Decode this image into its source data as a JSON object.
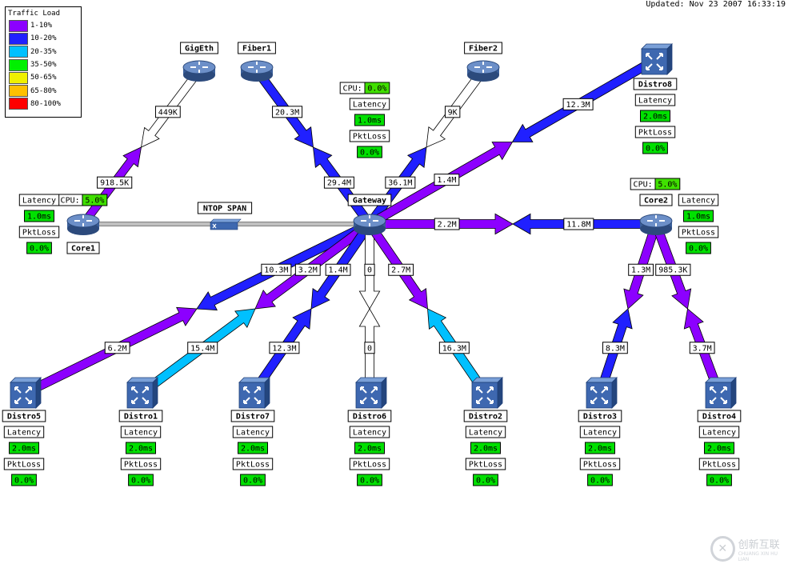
{
  "updated": "Updated: Nov 23 2007 16:33:19",
  "legend": {
    "title": "Traffic Load",
    "items": [
      {
        "label": "1-10%",
        "color": "#8c00ff"
      },
      {
        "label": "10-20%",
        "color": "#2020ff"
      },
      {
        "label": "20-35%",
        "color": "#00c0ff"
      },
      {
        "label": "35-50%",
        "color": "#00f000"
      },
      {
        "label": "50-65%",
        "color": "#f0f000"
      },
      {
        "label": "65-80%",
        "color": "#ffc000"
      },
      {
        "label": "80-100%",
        "color": "#ff0000"
      }
    ]
  },
  "colors": {
    "grey": "#c0c0c0",
    "white": "#ffffff",
    "ok_green": "#00e000",
    "cpu_yellow_green": "#40e000"
  },
  "nodes": {
    "gigeth": {
      "label": "GigEth",
      "icon": "router-icon"
    },
    "fiber1": {
      "label": "Fiber1",
      "icon": "router-icon"
    },
    "fiber2": {
      "label": "Fiber2",
      "icon": "router-icon"
    },
    "gateway": {
      "label": "Gateway",
      "icon": "router-icon",
      "cpu_label": "CPU:",
      "cpu": "0.0%",
      "latency_label": "Latency",
      "latency": "1.0ms",
      "pktloss_label": "PktLoss",
      "pktloss": "0.0%"
    },
    "core1": {
      "label": "Core1",
      "icon": "router-icon",
      "cpu_label": "CPU:",
      "cpu": "5.0%",
      "latency_label": "Latency",
      "latency": "1.0ms",
      "pktloss_label": "PktLoss",
      "pktloss": "0.0%"
    },
    "core2": {
      "label": "Core2",
      "icon": "router-icon",
      "cpu_label": "CPU:",
      "cpu": "5.0%",
      "latency_label": "Latency",
      "latency": "1.0ms",
      "pktloss_label": "PktLoss",
      "pktloss": "0.0%"
    },
    "ntop": {
      "label": "NTOP SPAN",
      "icon": "span-port-icon"
    },
    "distro8": {
      "label": "Distro8",
      "icon": "switch-icon",
      "latency_label": "Latency",
      "latency": "2.0ms",
      "pktloss_label": "PktLoss",
      "pktloss": "0.0%"
    },
    "distro5": {
      "label": "Distro5",
      "icon": "switch-icon",
      "latency_label": "Latency",
      "latency": "2.0ms",
      "pktloss_label": "PktLoss",
      "pktloss": "0.0%"
    },
    "distro1": {
      "label": "Distro1",
      "icon": "switch-icon",
      "latency_label": "Latency",
      "latency": "2.0ms",
      "pktloss_label": "PktLoss",
      "pktloss": "0.0%"
    },
    "distro7": {
      "label": "Distro7",
      "icon": "switch-icon",
      "latency_label": "Latency",
      "latency": "2.0ms",
      "pktloss_label": "PktLoss",
      "pktloss": "0.0%"
    },
    "distro6": {
      "label": "Distro6",
      "icon": "switch-icon",
      "latency_label": "Latency",
      "latency": "2.0ms",
      "pktloss_label": "PktLoss",
      "pktloss": "0.0%"
    },
    "distro2": {
      "label": "Distro2",
      "icon": "switch-icon",
      "latency_label": "Latency",
      "latency": "2.0ms",
      "pktloss_label": "PktLoss",
      "pktloss": "0.0%"
    },
    "distro3": {
      "label": "Distro3",
      "icon": "switch-icon",
      "latency_label": "Latency",
      "latency": "2.0ms",
      "pktloss_label": "PktLoss",
      "pktloss": "0.0%"
    },
    "distro4": {
      "label": "Distro4",
      "icon": "switch-icon",
      "latency_label": "Latency",
      "latency": "2.0ms",
      "pktloss_label": "PktLoss",
      "pktloss": "0.0%"
    }
  },
  "links": [
    {
      "from": "core1",
      "to": "gigeth",
      "out_label": "918.5K",
      "out_load": "1-10%",
      "in_label": "449K",
      "in_load": "0%"
    },
    {
      "from": "gateway",
      "to": "fiber1",
      "out_label": "29.4M",
      "out_load": "10-20%",
      "in_label": "20.3M",
      "in_load": "10-20%"
    },
    {
      "from": "gateway",
      "to": "fiber2",
      "out_label": "36.1M",
      "out_load": "10-20%",
      "in_label": "9K",
      "in_load": "0%"
    },
    {
      "from": "gateway",
      "to": "distro8",
      "out_label": "1.4M",
      "out_load": "1-10%",
      "in_label": "12.3M",
      "in_load": "10-20%"
    },
    {
      "from": "gateway",
      "to": "core2",
      "out_label": "2.2M",
      "out_load": "1-10%",
      "in_label": "11.8M",
      "in_load": "10-20%"
    },
    {
      "from": "gateway",
      "to": "distro5",
      "out_label": "10.3M",
      "out_load": "10-20%",
      "in_label": "6.2M",
      "in_load": "1-10%"
    },
    {
      "from": "gateway",
      "to": "distro1",
      "out_label": "3.2M",
      "out_load": "1-10%",
      "in_label": "15.4M",
      "in_load": "20-35%"
    },
    {
      "from": "gateway",
      "to": "distro7",
      "out_label": "1.4M",
      "out_load": "10-20%",
      "in_label": "12.3M",
      "in_load": "10-20%"
    },
    {
      "from": "gateway",
      "to": "distro6",
      "out_label": "0",
      "out_load": "0%",
      "in_label": "0",
      "in_load": "0%"
    },
    {
      "from": "gateway",
      "to": "distro2",
      "out_label": "2.7M",
      "out_load": "1-10%",
      "in_label": "16.3M",
      "in_load": "20-35%"
    },
    {
      "from": "core2",
      "to": "distro3",
      "out_label": "1.3M",
      "out_load": "1-10%",
      "in_label": "8.3M",
      "in_load": "10-20%"
    },
    {
      "from": "core2",
      "to": "distro4",
      "out_label": "985.3K",
      "out_load": "1-10%",
      "in_label": "3.7M",
      "in_load": "1-10%"
    },
    {
      "from": "core1",
      "to": "ntop",
      "out_label": "",
      "out_load": "grey",
      "in_label": "",
      "in_load": "grey"
    }
  ],
  "watermark": {
    "cn": "创新互联",
    "en": "CHUANG XIN HU LIAN"
  }
}
